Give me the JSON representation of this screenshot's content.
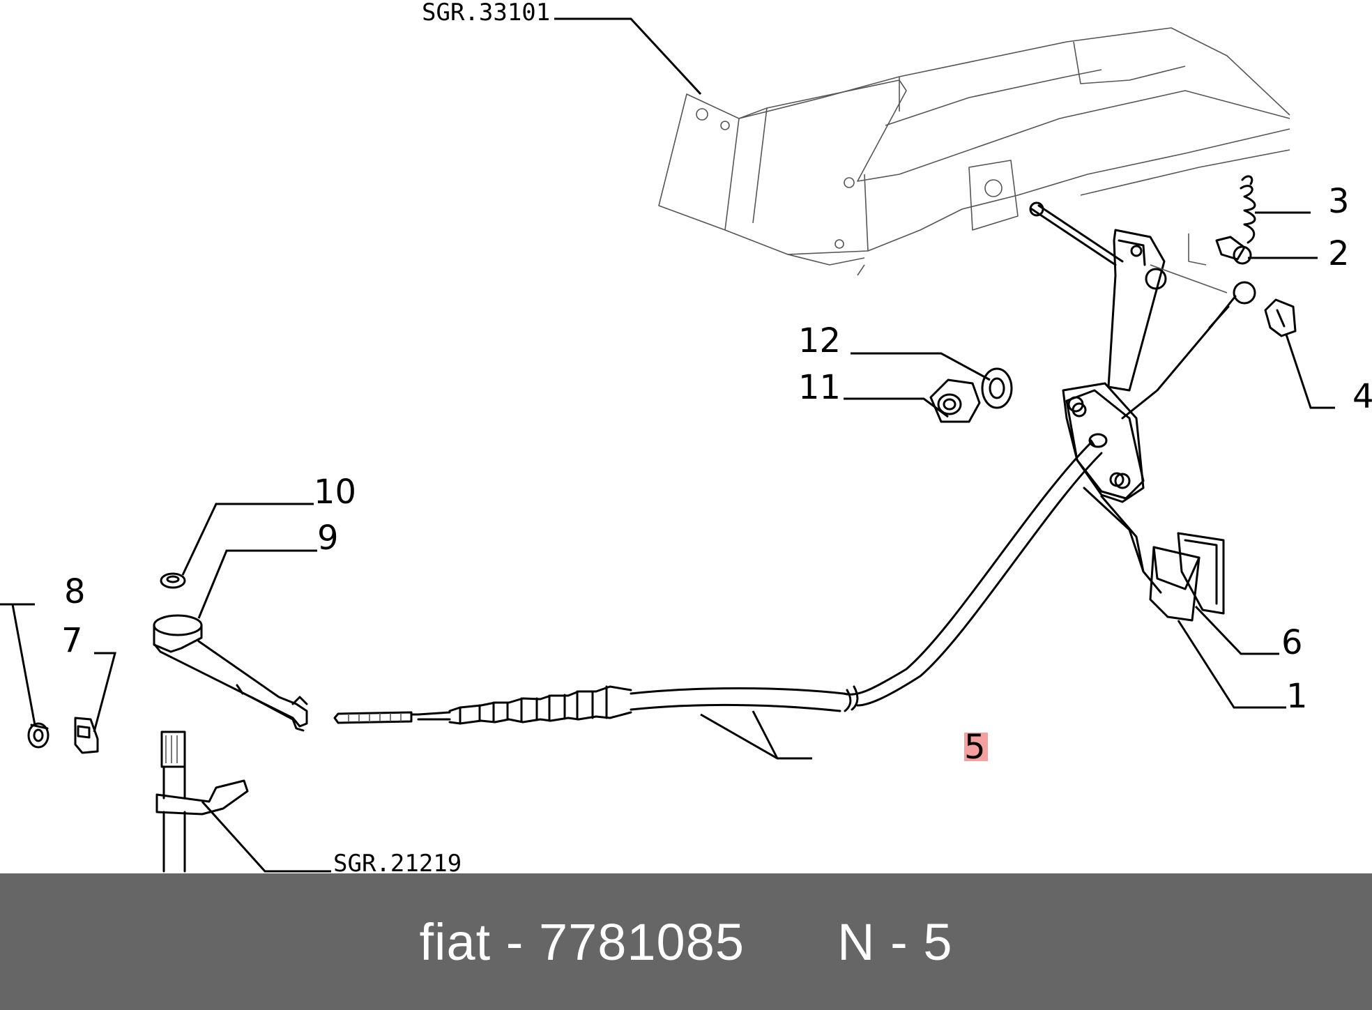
{
  "diagram": {
    "refs": {
      "top": "SGR.33101",
      "bottom": "SGR.21219"
    },
    "callouts": {
      "c1": "1",
      "c2": "2",
      "c3": "3",
      "c4": "4",
      "c5": "5",
      "c6": "6",
      "c7": "7",
      "c8": "8",
      "c9": "9",
      "c10": "10",
      "c11": "11",
      "c12": "12"
    },
    "highlight_color": "#f4a0a0"
  },
  "footer": {
    "brand": "fiat",
    "separator": "-",
    "part_number": "7781085",
    "position_label": "N",
    "position_value": "5"
  }
}
